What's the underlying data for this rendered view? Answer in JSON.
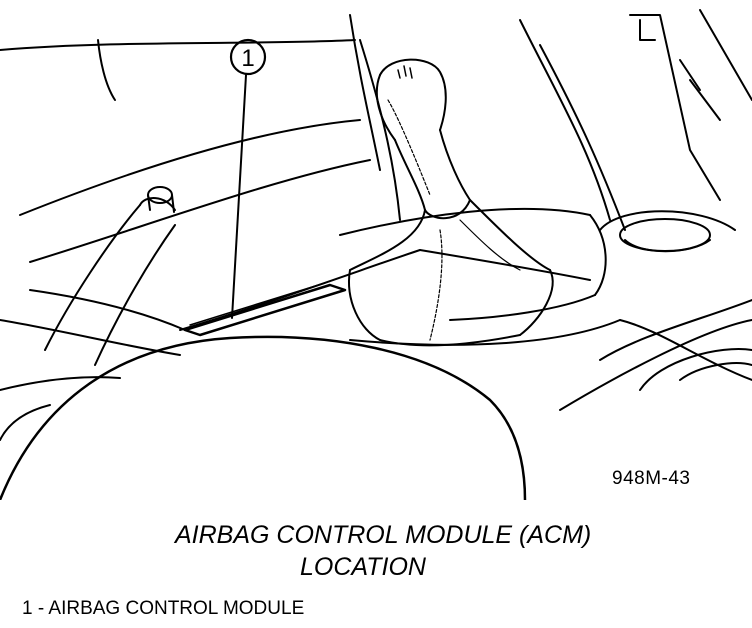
{
  "figure": {
    "callout_number": "1",
    "figure_code": "948M-43",
    "caption_line1": "AIRBAG CONTROL MODULE (ACM)",
    "caption_line2": "LOCATION",
    "legend_item": "1 - AIRBAG CONTROL MODULE"
  },
  "colors": {
    "line": "#000000",
    "background": "#ffffff"
  }
}
